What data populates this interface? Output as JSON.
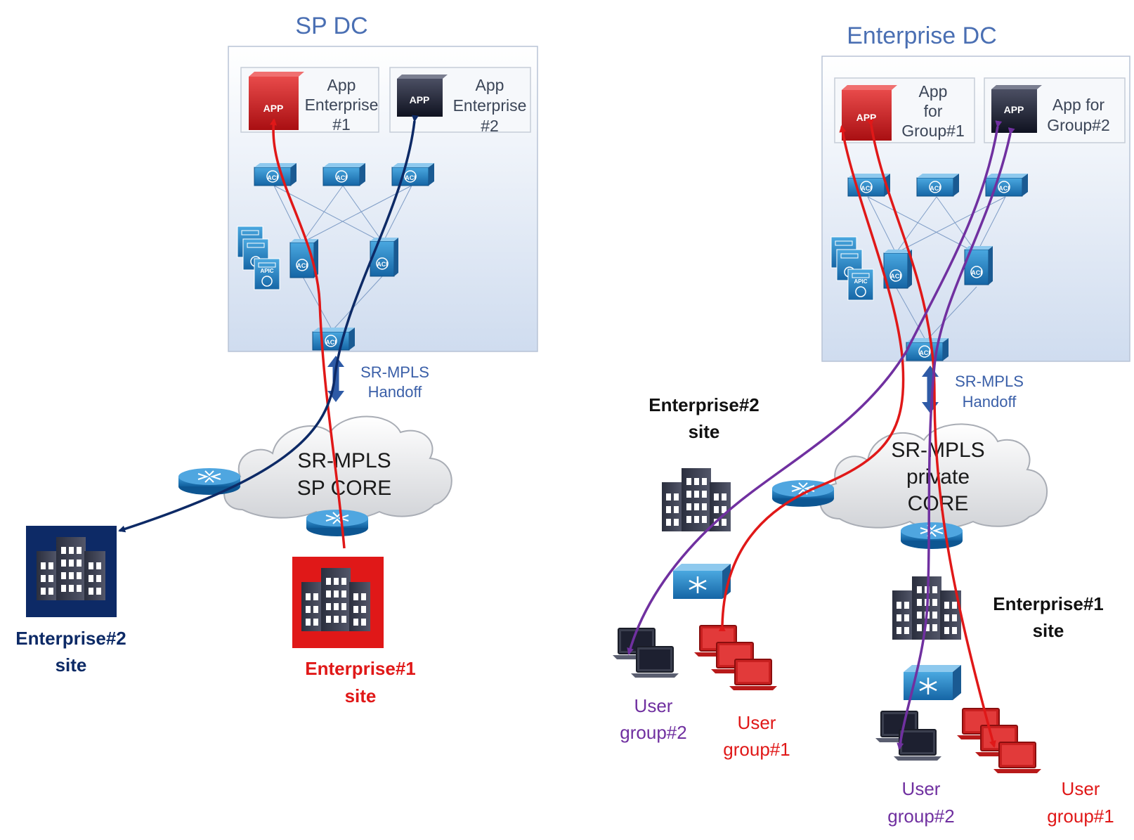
{
  "left": {
    "dc_title": "SP DC",
    "app1": {
      "badge": "APP",
      "line1": "App",
      "line2": "Enterprise",
      "line3": "#1"
    },
    "app2": {
      "badge": "APP",
      "line1": "App",
      "line2": "Enterprise",
      "line3": "#2"
    },
    "switch_badge": "ACI",
    "apic_badge": "APIC",
    "handoff": {
      "line1": "SR-MPLS",
      "line2": "Handoff"
    },
    "cloud": {
      "line1": "SR-MPLS",
      "line2": "SP CORE"
    },
    "site_ent2": {
      "line1": "Enterprise#2",
      "line2": "site"
    },
    "site_ent1": {
      "line1": "Enterprise#1",
      "line2": "site"
    }
  },
  "right": {
    "dc_title": "Enterprise DC",
    "app1": {
      "badge": "APP",
      "line1": "App",
      "line2": "for",
      "line3": "Group#1"
    },
    "app2": {
      "badge": "APP",
      "line1": "App for",
      "line2": "Group#2"
    },
    "switch_badge": "ACI",
    "apic_badge": "APIC",
    "handoff": {
      "line1": "SR-MPLS",
      "line2": "Handoff"
    },
    "cloud": {
      "line1": "SR-MPLS",
      "line2": "private",
      "line3": "CORE"
    },
    "site_ent2": {
      "line1": "Enterprise#2",
      "line2": "site"
    },
    "site_ent1": {
      "line1": "Enterprise#1",
      "line2": "site"
    },
    "ug_left_2": {
      "line1": "User",
      "line2": "group#2"
    },
    "ug_left_1": {
      "line1": "User",
      "line2": "group#1"
    },
    "ug_right_2": {
      "line1": "User",
      "line2": "group#2"
    },
    "ug_right_1": {
      "line1": "User",
      "line2": "group#1"
    }
  },
  "colors": {
    "title_blue": "#4a6fb3",
    "red_path": "#e01818",
    "navy_path": "#0d2a66",
    "purple_path": "#7030a0",
    "handoff_blue": "#3a5fa8"
  }
}
